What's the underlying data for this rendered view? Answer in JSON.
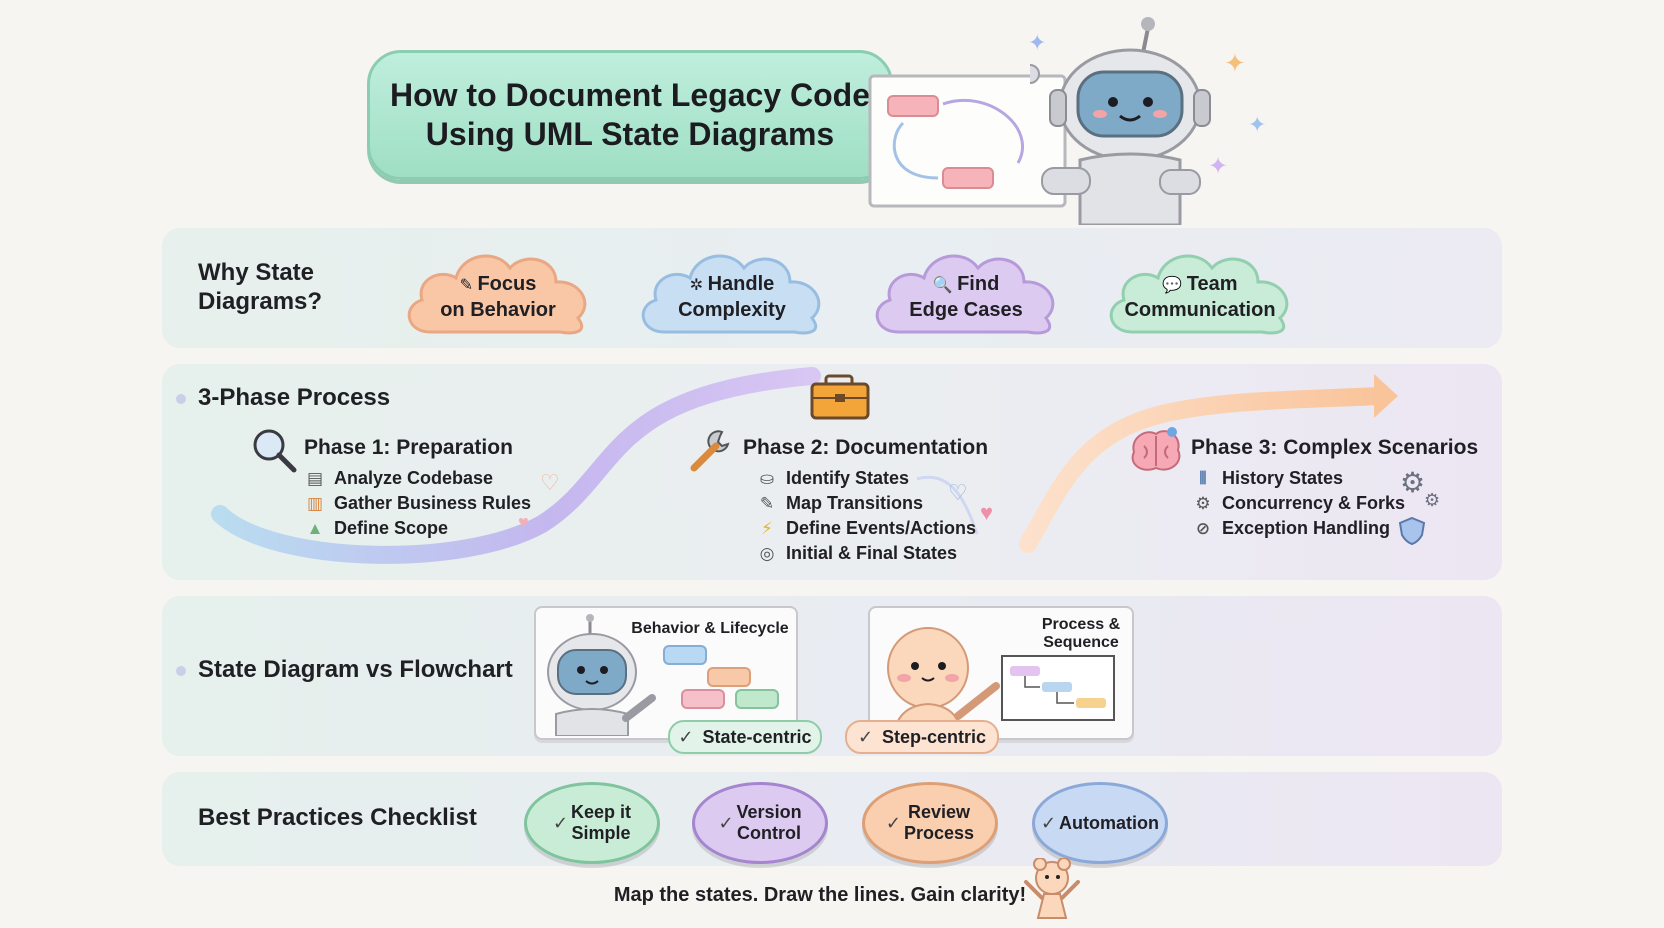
{
  "title": "How to Document Legacy Code\nUsing UML State Diagrams",
  "why": {
    "label": "Why State\nDiagrams?",
    "clouds": [
      {
        "icon": "pencil-icon",
        "glyph": "✎",
        "text": "Focus\non Behavior",
        "color": "#f9c7a6",
        "border": "#e9a783"
      },
      {
        "icon": "network-icon",
        "glyph": "✲",
        "text": "Handle\nComplexity",
        "color": "#c7def3",
        "border": "#98bde0"
      },
      {
        "icon": "magnifier-icon",
        "glyph": "🔍",
        "text": "Find\nEdge Cases",
        "color": "#dccaf0",
        "border": "#b79ad9"
      },
      {
        "icon": "chat-bubble-icon",
        "glyph": "💬",
        "text": "Team\nCommunication",
        "color": "#c9ecd8",
        "border": "#92cfae"
      }
    ]
  },
  "process": {
    "label": "3-Phase Process",
    "phase1": {
      "title": "Phase 1: Preparation",
      "items": [
        {
          "icon": "code-file-icon",
          "text": "Analyze Codebase"
        },
        {
          "icon": "book-icon",
          "text": "Gather Business Rules"
        },
        {
          "icon": "mountain-icon",
          "text": "Define Scope"
        }
      ]
    },
    "phase2": {
      "title": "Phase 2: Documentation",
      "items": [
        {
          "icon": "state-icon",
          "text": "Identify States"
        },
        {
          "icon": "pencil-icon",
          "text": "Map Transitions"
        },
        {
          "icon": "lightning-icon",
          "text": "Define Events/Actions"
        },
        {
          "icon": "target-icon",
          "text": "Initial & Final States"
        }
      ]
    },
    "phase3": {
      "title": "Phase 3: Complex Scenarios",
      "items": [
        {
          "icon": "history-icon",
          "text": "History States"
        },
        {
          "icon": "gear-icon",
          "text": "Concurrency & Forks"
        },
        {
          "icon": "prohibited-icon",
          "text": "Exception Handling"
        }
      ]
    }
  },
  "compare": {
    "label": "State Diagram vs Flowchart",
    "state_card": {
      "title": "Behavior & Lifecycle",
      "pill": "State-centric"
    },
    "flow_card": {
      "title": "Process &\nSequence",
      "pill": "Step-centric"
    }
  },
  "best": {
    "label": "Best Practices Checklist",
    "items": [
      {
        "text": "Keep it\nSimple",
        "fill": "#c9ecd6",
        "border": "#7fc49e"
      },
      {
        "text": "Version\nControl",
        "fill": "#dccaf0",
        "border": "#a585cf"
      },
      {
        "text": "Review\nProcess",
        "fill": "#f9cfb0",
        "border": "#dd9f76"
      },
      {
        "text": "Automation",
        "fill": "#c8d9f3",
        "border": "#8aa8d8"
      }
    ],
    "check": "✓"
  },
  "footer": "Map the states. Draw the lines. Gain clarity!"
}
